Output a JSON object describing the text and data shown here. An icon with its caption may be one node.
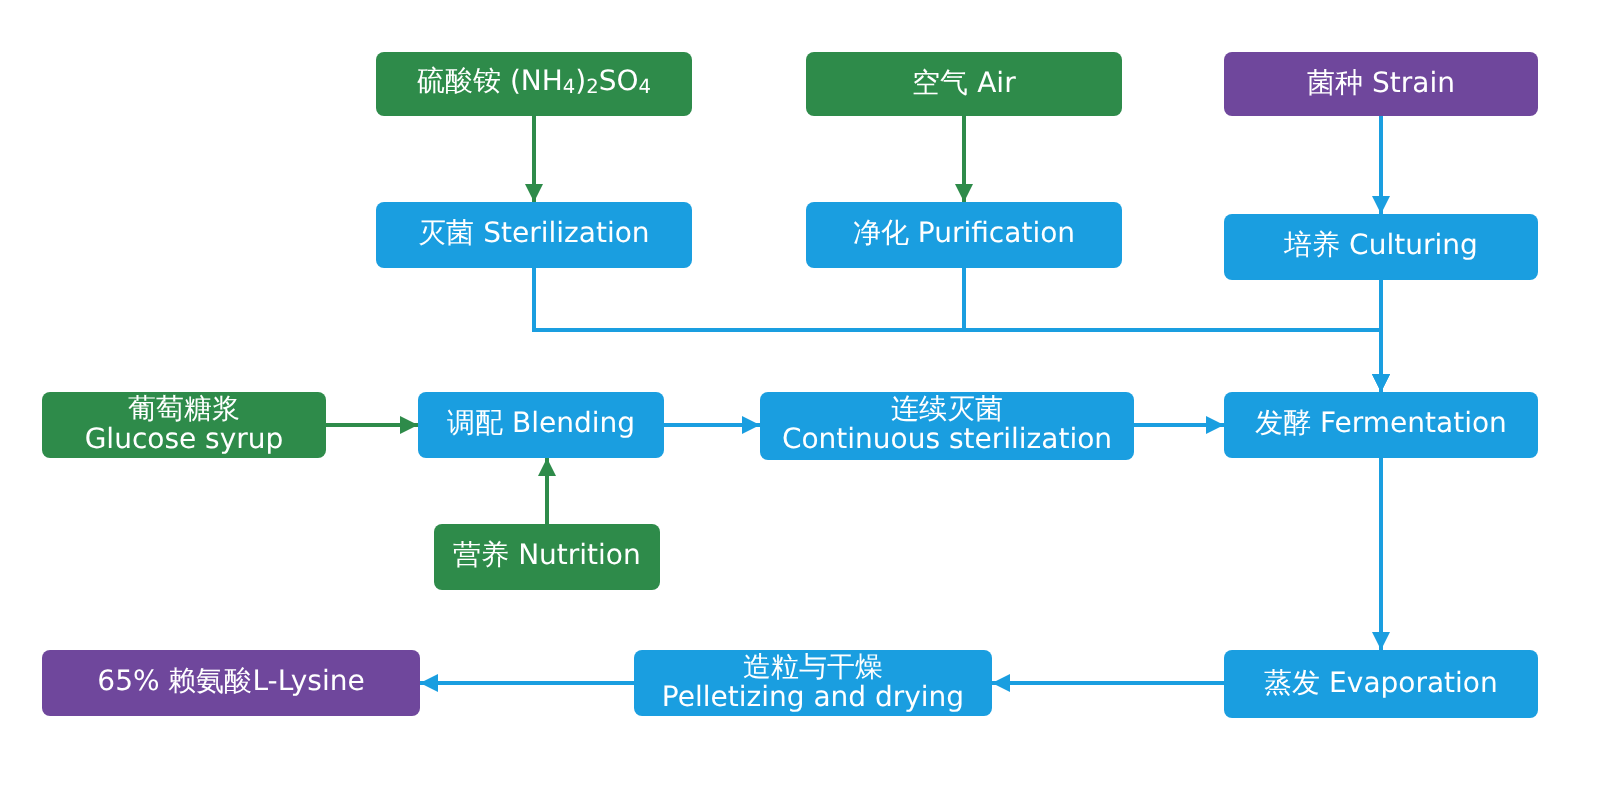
{
  "diagram": {
    "nodes": [
      {
        "text": [
          "硫酸铵 (NH$_{4}$)$_{2}$SO$_{4}$"
        ]
      },
      {
        "text": [
          "空气 Air"
        ]
      },
      {
        "text": [
          "菌种 Strain"
        ]
      },
      {
        "text": [
          "灭菌 Sterilization"
        ]
      },
      {
        "text": [
          "净化 Purification"
        ]
      },
      {
        "text": [
          "培养 Culturing"
        ]
      },
      {
        "text": [
          "葡萄糖浆",
          "Glucose syrup"
        ]
      },
      {
        "text": [
          "调配 Blending"
        ]
      },
      {
        "text": [
          "连续灭菌",
          "Continuous sterilization"
        ]
      },
      {
        "text": [
          "发酵 Fermentation"
        ]
      },
      {
        "text": [
          "营养 Nutrition"
        ]
      },
      {
        "text": [
          "蒸发 Evaporation"
        ]
      },
      {
        "text": [
          "造粒与干燥",
          "Pelletizing and drying"
        ]
      },
      {
        "text": [
          "65% 赖氨酸L-Lysine"
        ]
      }
    ],
    "edges": [
      {
        "from": 0,
        "to": 3,
        "arrow": "to",
        "color": "#2e8b4a"
      },
      {
        "from": 1,
        "to": 4,
        "arrow": "to",
        "color": "#2e8b4a"
      },
      {
        "from": 2,
        "to": 5,
        "arrow": "to"
      },
      {
        "from": 3,
        "to": 9,
        "arrow": "to"
      },
      {
        "from": 4,
        "to": 9,
        "arrow": "to"
      },
      {
        "from": 5,
        "to": 9,
        "arrow": "to"
      },
      {
        "from": 6,
        "to": 7,
        "arrow": "to",
        "color": "#2e8b4a"
      },
      {
        "from": 10,
        "to": 7,
        "arrow": "to",
        "color": "#2e8b4a"
      },
      {
        "from": 7,
        "to": 8,
        "arrow": "to"
      },
      {
        "from": 8,
        "to": 9,
        "arrow": "to"
      },
      {
        "from": 9,
        "to": 11,
        "arrow": "to"
      },
      {
        "from": 11,
        "to": 12,
        "arrow": "to"
      },
      {
        "from": 12,
        "to": 13,
        "arrow": "to"
      }
    ]
  }
}
